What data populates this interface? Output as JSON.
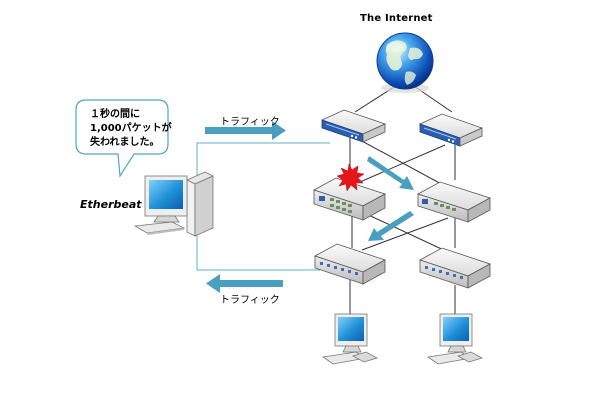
{
  "labels": {
    "internet": "The Internet",
    "pc": "Etherbeat",
    "traffic_top": "トラフィック",
    "traffic_bottom": "トラフィック"
  },
  "bubble": {
    "lines": [
      "１秒の間に",
      "1,000パケットが",
      "失われました。"
    ]
  },
  "colors": {
    "link_line": "#333333",
    "traffic_link": "#5bb0c8",
    "traffic_arrow": "#4a9fc0",
    "router_blue": "#2b5fae",
    "burst_red": "#e8141b",
    "monitor_screen": "#1f8fd6",
    "bubble_border": "#4da6c6"
  }
}
